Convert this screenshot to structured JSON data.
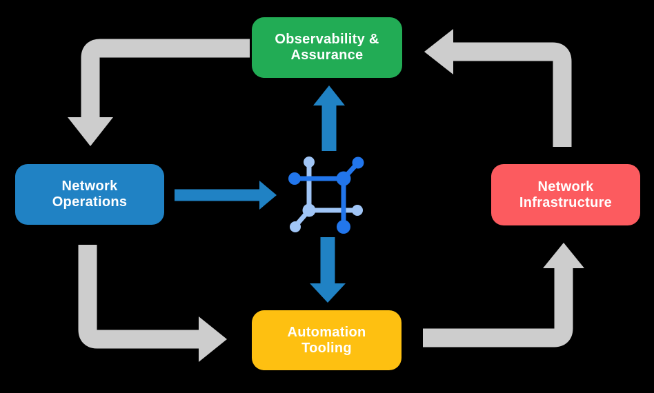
{
  "diagram": {
    "background_color": "#000000",
    "nodes": [
      {
        "id": "observability-assurance",
        "label": "Observability & Assurance",
        "label_lines": [
          "Observability &",
          "Assurance"
        ],
        "color": "#22AC55",
        "text_color": "#FFFFFF",
        "position": "top"
      },
      {
        "id": "network-operations",
        "label": "Network Operations",
        "label_lines": [
          "Network",
          "Operations"
        ],
        "color": "#2082C4",
        "text_color": "#FFFFFF",
        "position": "left"
      },
      {
        "id": "network-infrastructure",
        "label": "Network Infrastructure",
        "label_lines": [
          "Network",
          "Infrastructure"
        ],
        "color": "#FC5B5F",
        "text_color": "#FFFFFF",
        "position": "right"
      },
      {
        "id": "automation-tooling",
        "label": "Automation Tooling",
        "label_lines": [
          "Automation",
          "Tooling"
        ],
        "color": "#FEC011",
        "text_color": "#FFFFFF",
        "position": "bottom"
      }
    ],
    "center_icon": {
      "name": "network-mesh-icon",
      "dark_color": "#2276EC",
      "light_color": "#A0C5F6"
    },
    "colors": {
      "flow_gray": "#CDCDCD",
      "flow_blue": "#2082C4"
    },
    "flow_arrows": [
      {
        "from": "observability-assurance",
        "to": "network-operations",
        "style": "gray-elbow"
      },
      {
        "from": "network-operations",
        "to": "automation-tooling",
        "style": "gray-elbow"
      },
      {
        "from": "automation-tooling",
        "to": "network-infrastructure",
        "style": "gray-elbow"
      },
      {
        "from": "network-infrastructure",
        "to": "observability-assurance",
        "style": "gray-elbow"
      },
      {
        "from": "network-operations",
        "to": "center-icon",
        "style": "blue-straight"
      },
      {
        "from": "center-icon",
        "to": "observability-assurance",
        "style": "blue-straight"
      },
      {
        "from": "center-icon",
        "to": "automation-tooling",
        "style": "blue-straight"
      }
    ]
  }
}
